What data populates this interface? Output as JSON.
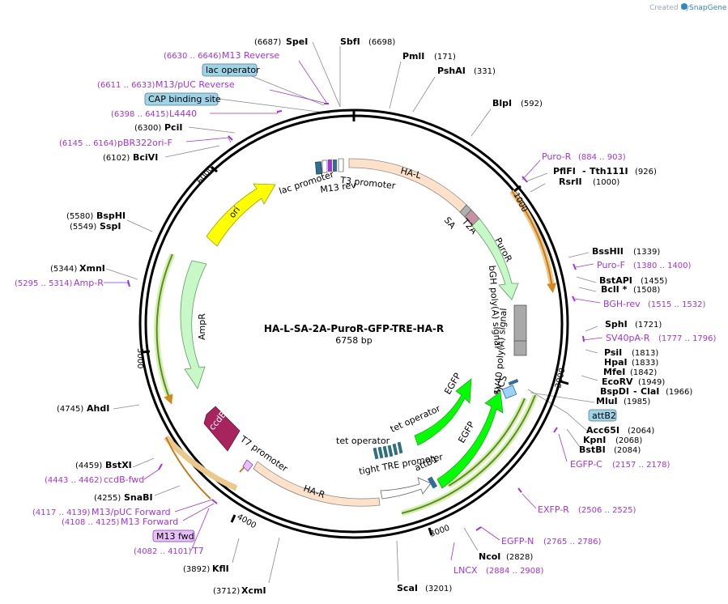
{
  "credit": {
    "prefix": "Created by",
    "brand": "SnapGene"
  },
  "plasmid": {
    "name": "HA-L-SA-2A-PuroR-GFP-TRE-HA-R",
    "size": "6758 bp"
  },
  "ticks": [
    "1000",
    "2000",
    "3000",
    "4000",
    "5000",
    "6000"
  ],
  "features": {
    "ori": "ori",
    "ha_l": "HA-L",
    "ha_r": "HA-R",
    "puror": "PuroR",
    "ampr": "AmpR",
    "ccdb": "ccdB",
    "egfp1": "EGFP",
    "egfp2": "EGFP",
    "sa": "SA",
    "t2a": "T2A",
    "bgh": "bGH poly(A) signal",
    "sv40": "SV40 poly(A) signal",
    "mcs": "MCS",
    "lac_promoter": "lac promoter",
    "m13_rev": "M13 rev",
    "t3_promoter": "T3 promoter",
    "t7_promoter": "T7 promoter",
    "tet_operator1": "tet operator",
    "tet_operator2": "tet operator",
    "tight_tre": "tight TRE promoter",
    "attb1": "attB1"
  },
  "boxes": {
    "lac_operator": "lac operator",
    "cap_binding_site": "CAP binding site",
    "attb2": "attB2",
    "m13_fwd": "M13 fwd"
  },
  "sites": {
    "spei": {
      "name": "SpeI",
      "pos": "(6687)"
    },
    "sbfi": {
      "name": "SbfI",
      "pos": "(6698)"
    },
    "pmli": {
      "name": "PmlI",
      "pos": "(171)"
    },
    "pshai": {
      "name": "PshAI",
      "pos": "(331)"
    },
    "blpi": {
      "name": "BlpI",
      "pos": "(592)"
    },
    "pflfi": {
      "name": "PflFI",
      "pos": "(926)"
    },
    "tth111i": {
      "name": "Tth111I"
    },
    "rsrii": {
      "name": "RsrII",
      "pos": "(1000)"
    },
    "bsshii": {
      "name": "BssHII",
      "pos": "(1339)"
    },
    "bstapi": {
      "name": "BstAPI",
      "pos": "(1455)"
    },
    "bcli": {
      "name": "BclI *",
      "pos": "(1508)"
    },
    "sphi": {
      "name": "SphI",
      "pos": "(1721)"
    },
    "psii": {
      "name": "PsiI",
      "pos": "(1813)"
    },
    "hpai": {
      "name": "HpaI",
      "pos": "(1833)"
    },
    "mfei": {
      "name": "MfeI",
      "pos": "(1842)"
    },
    "ecorv": {
      "name": "EcoRV",
      "pos": "(1949)"
    },
    "bspdi": {
      "name": "BspDI",
      "pos": "(1966)"
    },
    "clai": {
      "name": "ClaI"
    },
    "mlui": {
      "name": "MluI",
      "pos": "(1985)"
    },
    "acc65i": {
      "name": "Acc65I",
      "pos": "(2064)"
    },
    "kpni": {
      "name": "KpnI",
      "pos": "(2068)"
    },
    "bstbi": {
      "name": "BstBI",
      "pos": "(2084)"
    },
    "ncoi": {
      "name": "NcoI",
      "pos": "(2828)"
    },
    "scai": {
      "name": "ScaI",
      "pos": "(3201)"
    },
    "xcmi": {
      "name": "XcmI",
      "pos": "(3712)"
    },
    "kfli": {
      "name": "KflI",
      "pos": "(3892)"
    },
    "snabi": {
      "name": "SnaBI",
      "pos": "(4255)"
    },
    "bstxi": {
      "name": "BstXI",
      "pos": "(4459)"
    },
    "ahdi": {
      "name": "AhdI",
      "pos": "(4745)"
    },
    "xmni": {
      "name": "XmnI",
      "pos": "(5344)"
    },
    "sspi": {
      "name": "SspI",
      "pos": "(5549)"
    },
    "bsphi": {
      "name": "BspHI",
      "pos": "(5580)"
    },
    "bcivi": {
      "name": "BciVI",
      "pos": "(6102)"
    },
    "pcii": {
      "name": "PciI",
      "pos": "(6300)"
    }
  },
  "primers": {
    "m13_reverse": {
      "name": "M13 Reverse",
      "range": "(6630 .. 6646)"
    },
    "m13_puc_reverse": {
      "name": "M13/pUC Reverse",
      "range": "(6611 .. 6633)"
    },
    "l4440": {
      "name": "L4440",
      "range": "(6398 .. 6415)"
    },
    "pbr322ori_f": {
      "name": "pBR322ori-F",
      "range": "(6145 .. 6164)"
    },
    "amp_r": {
      "name": "Amp-R",
      "range": "(5295 .. 5314)"
    },
    "puro_r": {
      "name": "Puro-R",
      "range": "(884 .. 903)"
    },
    "puro_f": {
      "name": "Puro-F",
      "range": "(1380 .. 1400)"
    },
    "bgh_rev": {
      "name": "BGH-rev",
      "range": "(1515 .. 1532)"
    },
    "sv40pa_r": {
      "name": "SV40pA-R",
      "range": "(1777 .. 1796)"
    },
    "egfp_c": {
      "name": "EGFP-C",
      "range": "(2157 .. 2178)"
    },
    "exfp_r": {
      "name": "EXFP-R",
      "range": "(2506 .. 2525)"
    },
    "egfp_n": {
      "name": "EGFP-N",
      "range": "(2765 .. 2786)"
    },
    "lncx": {
      "name": "LNCX",
      "range": "(2884 .. 2908)"
    },
    "ccdb_fwd": {
      "name": "ccdB-fwd",
      "range": "(4443 .. 4462)"
    },
    "m13_puc_forward": {
      "name": "M13/pUC Forward",
      "range": "(4117 .. 4139)"
    },
    "m13_forward": {
      "name": "M13 Forward",
      "range": "(4108 .. 4125)"
    },
    "t7": {
      "name": "T7",
      "range": "(4082 .. 4101)"
    }
  },
  "colors": {
    "backbone": "#000000",
    "leader": "#8a8a8a",
    "primer": "#a332e2",
    "ha_arm": "#fde1c8",
    "ori": "#ffff00",
    "ampr": "#c8f8c8",
    "puror": "#c8f8c8",
    "egfp": "#00ff00",
    "ccdb": "#a8245f",
    "polya": "#a9a9a9",
    "sa": "#b0b0b0",
    "t2a": "#c98fa3",
    "box_blue": "#9fd3e6",
    "box_purple": "#e6c0f6",
    "primer_band": "#dda25a"
  }
}
